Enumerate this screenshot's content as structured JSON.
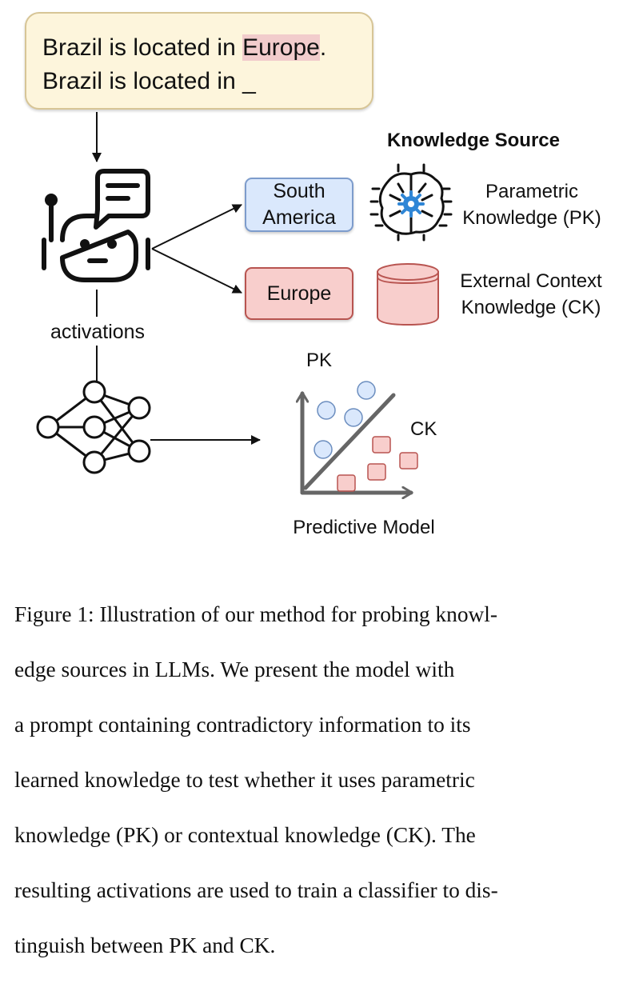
{
  "prompt": {
    "line1_prefix": "Brazil is located in ",
    "line1_highlight": "Europe",
    "line1_suffix": ".",
    "line2": "Brazil is located in _"
  },
  "knowledge_source_title": "Knowledge Source",
  "answers": {
    "pk_answer_line1": "South",
    "pk_answer_line2": "America",
    "ck_answer": "Europe"
  },
  "sources": {
    "pk_line1": "Parametric",
    "pk_line2": "Knowledge (PK)",
    "ck_line1": "External Context",
    "ck_line2": "Knowledge (CK)"
  },
  "activations_label": "activations",
  "plot": {
    "y_label": "PK",
    "cluster_label": "CK",
    "x_label": "Predictive Model"
  },
  "caption": {
    "line1": "Figure 1: Illustration of our method for probing knowl-",
    "line2": "edge sources in LLMs.  We present the model with",
    "line3": "a prompt containing contradictory information to its",
    "line4": "learned knowledge to test whether it uses parametric",
    "line5": "knowledge (PK) or contextual knowledge (CK). The",
    "line6": "resulting activations are used to train a classifier to dis-",
    "line7": "tinguish between PK and CK."
  },
  "colors": {
    "prompt_fill": "#fdf5dc",
    "prompt_border": "#d7c596",
    "highlight": "#f2cccc",
    "pk_fill": "#dae8fc",
    "pk_border": "#7d9ccc",
    "ck_fill": "#f8cecc",
    "ck_border": "#b85450",
    "brain_gear": "#2f86d6"
  },
  "icons": [
    "robot-icon",
    "chat-bubble-icon",
    "brain-chip-icon",
    "gear-icon",
    "database-icon",
    "neural-network-icon"
  ]
}
